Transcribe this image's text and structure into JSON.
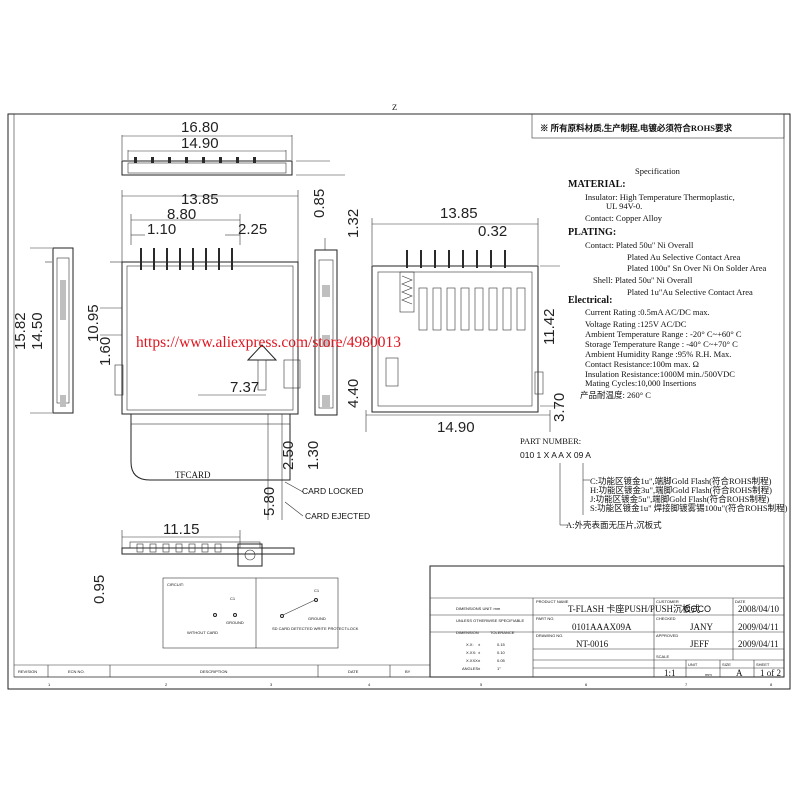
{
  "header": {
    "note": "※ 所有原料材质,生产制程,电镀必须符合ROHS要求"
  },
  "dimensions": {
    "top_width_overall": "16.80",
    "top_width_inner": "14.90",
    "side_height_a": "0.85",
    "side_height_b": "1.32",
    "body_width": "13.85",
    "pin_span": "8.80",
    "pin_pitch": "1.10",
    "pin_offset": "2.25",
    "body_height_total": "15.82",
    "body_height": "14.50",
    "pin_length": "10.95",
    "pin_gap": "1.60",
    "eject_offset": "7.37",
    "card_locked_travel": "2.50",
    "card_eject_travel": "1.30",
    "card_protrusion": "5.80",
    "back_width": "13.85",
    "back_pin_offset": "0.32",
    "back_height": "11.42",
    "back_foot": "4.40",
    "back_foot_right": "3.70",
    "back_base_width": "14.90",
    "bottom_width": "11.15",
    "bottom_height": "0.95"
  },
  "labels": {
    "card": "TFCARD",
    "card_locked": "CARD LOCKED",
    "card_ejected": "CARD EJECTED",
    "watermark": "https://www.aliexpress.com/store/4980013",
    "revision_mark": "Z"
  },
  "specification": {
    "title": "Specification",
    "lines": [
      {
        "text": "MATERIAL:",
        "bold": true
      },
      {
        "text": "Insulator: High Temperature Thermoplastic,",
        "bold": false
      },
      {
        "text": "UL 94V-0.",
        "bold": false
      },
      {
        "text": "Contact: Copper Alloy",
        "bold": false
      },
      {
        "text": "PLATING:",
        "bold": true
      },
      {
        "text": "Contact: Plated 50u'' Ni Overall",
        "bold": false
      },
      {
        "text": "Plated Au Selective Contact Area",
        "bold": false
      },
      {
        "text": "Plated 100u'' Sn Over Ni On Solder Area",
        "bold": false
      },
      {
        "text": "Shell: Plated 50u'' Ni Overall",
        "bold": false
      },
      {
        "text": "Plated 1u\"Au Selective Contact Area",
        "bold": false
      },
      {
        "text": "Electrical:",
        "bold": true
      },
      {
        "text": "Current Rating :0.5mA AC/DC max.",
        "bold": false
      },
      {
        "text": "Voltage Rating :125V AC/DC",
        "bold": false
      },
      {
        "text": "Ambient Temperature Range : -20° C~+60° C",
        "bold": false
      },
      {
        "text": "Storage Temperature Range : -40° C~+70° C",
        "bold": false
      },
      {
        "text": "Ambient Humidity Range :95% R.H. Max.",
        "bold": false
      },
      {
        "text": "Contact Resistance:100m  max.        Ω",
        "bold": false
      },
      {
        "text": "Insulation Resistance:1000M  min./500VDC",
        "bold": false
      },
      {
        "text": "Mating Cycles:10,000 Insertions",
        "bold": false
      },
      {
        "text": "产品耐温度: 260° C",
        "bold": false
      }
    ]
  },
  "part_number": {
    "heading": "PART NUMBER:",
    "code": "010 1 X A A X 09 A",
    "options": [
      "C:功能区镀金1u\",端脚Gold Flash(符合ROHS制程)",
      "H:功能区镀金3u\",端脚Gold Flash(符合ROHS制程)",
      "J:功能区镀金5u\",端脚Gold Flash(符合ROHS制程)",
      "S:功能区镀金1u\" 焊接脚镀雾锡100u\"(符合ROHS制程)"
    ],
    "shell_option": "A:外壳表面无压片,沉板式"
  },
  "circuit": {
    "title": "CIRCUIT:",
    "left_caption": "WITHOUT CARD",
    "right_caption": "SD CARD DETECTED  WRITE PROTECT:LOCK",
    "node_c": "C1",
    "node_ground": "GROUND"
  },
  "tolerances": {
    "unit_line": "DIMENSIONS UNIT:   mm",
    "note_line": "UNLESS OTHERWISE SPECIFIABLE",
    "header_left": "DIMENSION",
    "header_right": "TOLERANCE",
    "rows": [
      {
        "label": "X.X:",
        "sign": "±",
        "value": "0.15"
      },
      {
        "label": "X.XX:",
        "sign": "±",
        "value": "0.10"
      },
      {
        "label": "X.XXX:",
        "sign": "±",
        "value": "0.05"
      },
      {
        "label": "ANGLES:",
        "sign": "±",
        "value": "1°"
      }
    ]
  },
  "title_block": {
    "product_name_label": "PRODUCT NAME",
    "product_name": "T-FLASH 卡座PUSH/PUSH沉板式",
    "customer_label": "CUSTOMER",
    "customer": "COCO",
    "date_label": "DATE",
    "date_1": "2008/04/10",
    "part_no_label": "PART NO.",
    "part_no": "0101AAAX09A",
    "checked_label": "CHECKED",
    "checked": "JANY",
    "date_2": "2009/04/11",
    "drawing_no_label": "DRAWING NO.",
    "drawing_no": "NT-0016",
    "approved_label": "APPROVED",
    "approved": "JEFF",
    "date_3": "2009/04/11",
    "scale_label": "SCALE",
    "scale": "1:1",
    "unit_label": "UNIT",
    "unit": "mm",
    "size_label": "SIZE",
    "size": "A",
    "sheet_label": "SHEET",
    "sheet": "1 of 2"
  },
  "revision_table": {
    "headers": [
      "REVISION",
      "ECN NO.",
      "DESCRIPTION",
      "DATE",
      "BY"
    ]
  },
  "grid": {
    "columns": [
      "1",
      "2",
      "3",
      "4",
      "5",
      "6",
      "7",
      "8"
    ]
  }
}
